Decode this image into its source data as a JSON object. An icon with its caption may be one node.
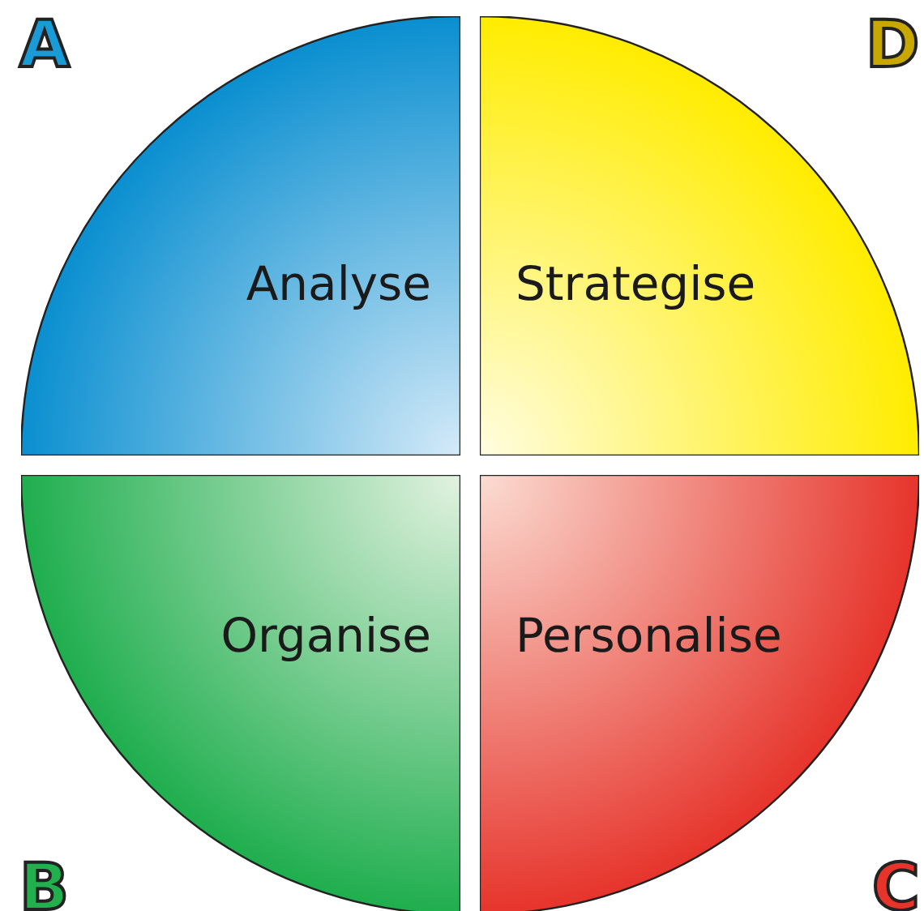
{
  "diagram": {
    "nodes": [
      {
        "text": [
          "Analyse"
        ]
      },
      {
        "text": [
          "Strategise"
        ]
      },
      {
        "text": [
          "Organise"
        ]
      },
      {
        "text": [
          "Personalise"
        ]
      }
    ],
    "labels": [
      "A",
      "D",
      "B",
      "C"
    ]
  }
}
